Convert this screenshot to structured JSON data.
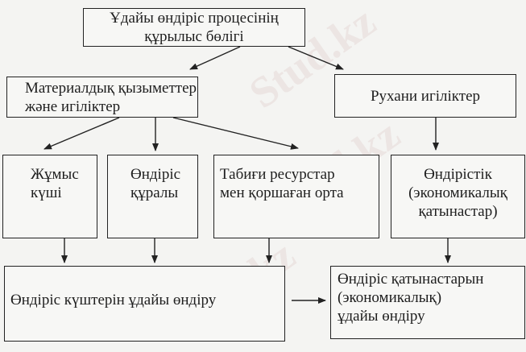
{
  "watermark": "Stud.kz",
  "nodes": {
    "root": "Ұдайы өндіріс процесінің құрылыс бөлігі",
    "material_line1": "Материалдық қызыметтер",
    "material_line2": "және игіліктер",
    "spiritual": "Рухани игіліктер",
    "labour_line1": "Жұмыс",
    "labour_line2": "күші",
    "means_line1": "Өндіріс",
    "means_line2": "құралы",
    "nature_line1": "Табиғи ресурстар",
    "nature_line2": "мен қоршаған орта",
    "relations_line1": "Өндірістік",
    "relations_line2": "(экономикалық",
    "relations_line3": "қатынастар)",
    "forces_repro": "Өндіріс күштерін ұдайы өндіру",
    "relations_repro_line1": "Өндіріс қатынастарын",
    "relations_repro_line2": "(экономикалық)",
    "relations_repro_line3": "ұдайы өндіру"
  }
}
